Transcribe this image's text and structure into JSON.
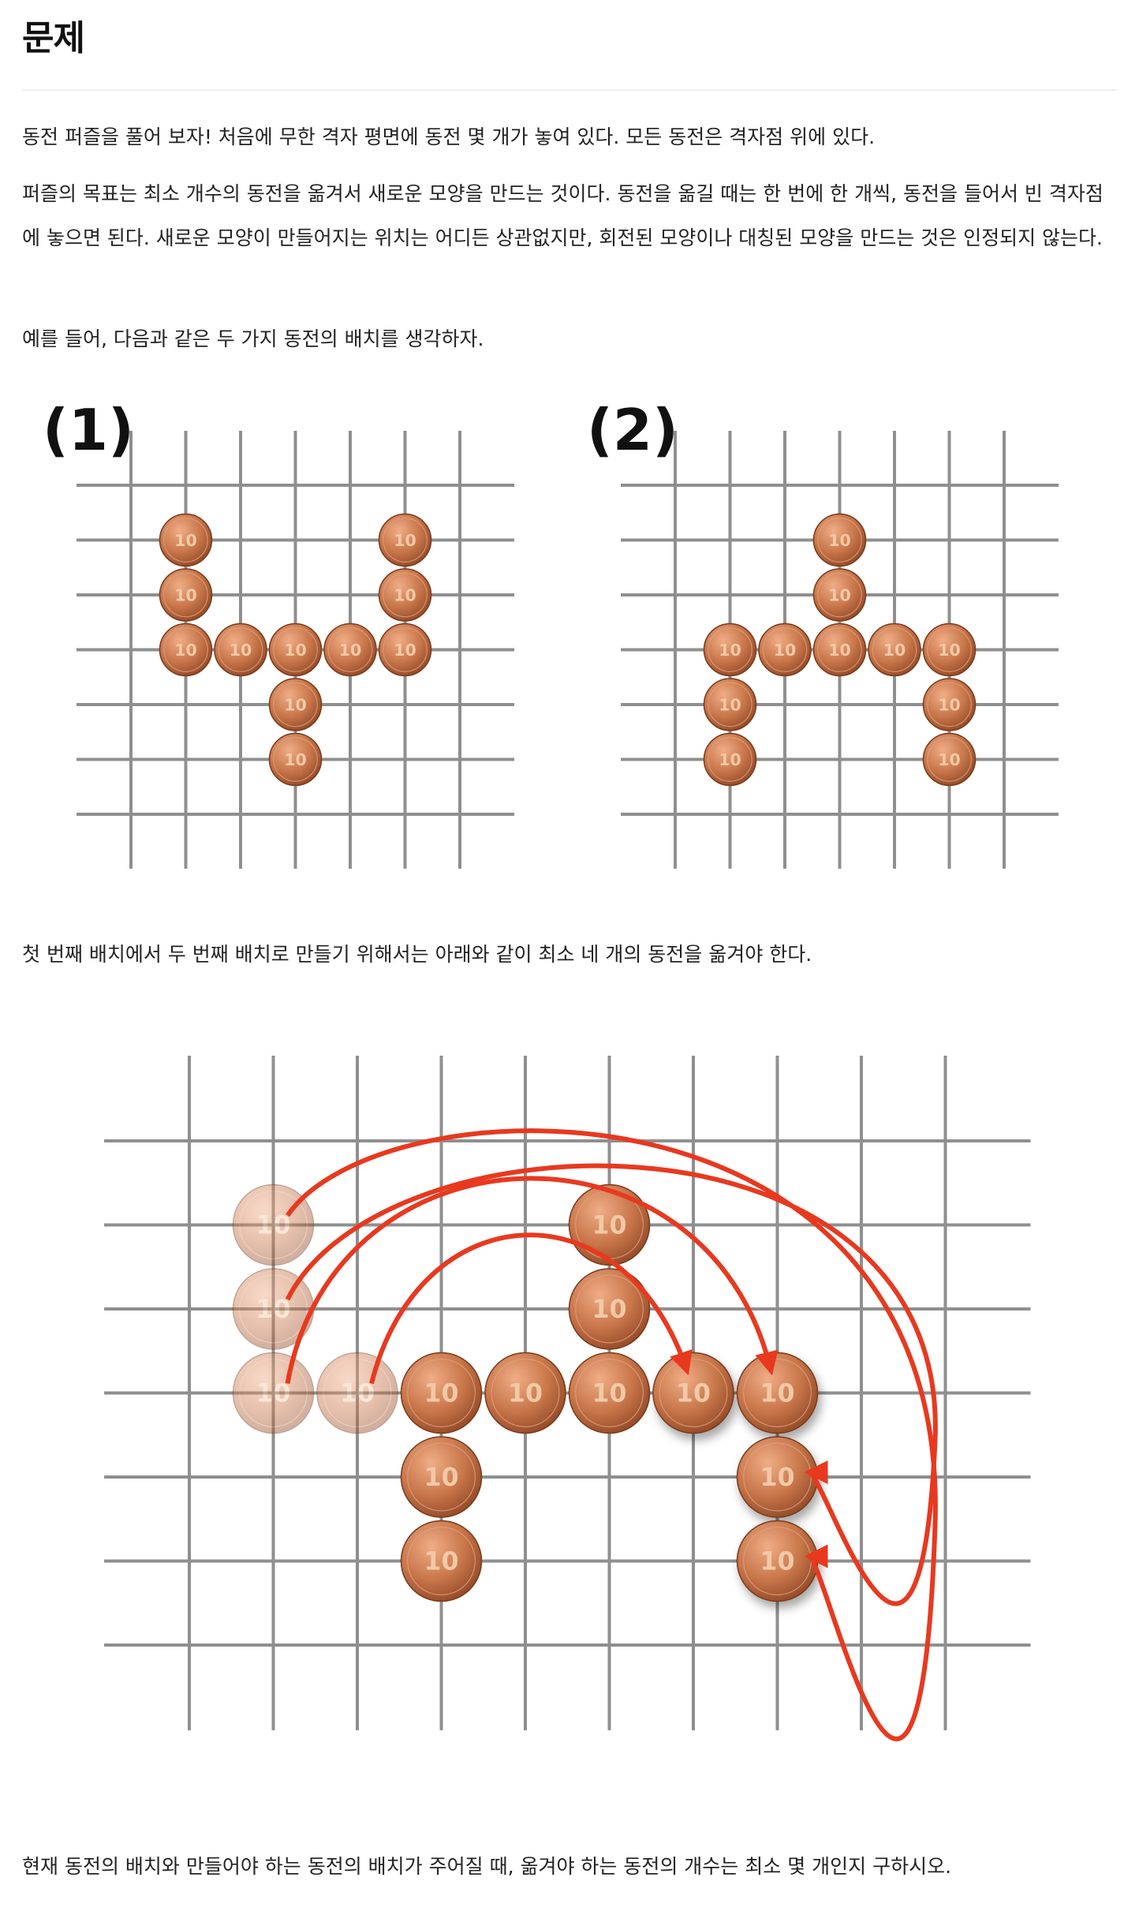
{
  "page": {
    "title": "문제",
    "paragraphs": [
      "동전 퍼즐을 풀어 보자! 처음에 무한 격자 평면에 동전 몇 개가 놓여 있다. 모든 동전은 격자점 위에 있다.",
      "퍼즐의 목표는 최소 개수의 동전을 옮겨서 새로운 모양을 만드는 것이다. 동전을 옮길 때는 한 번에 한 개씩, 동전을 들어서 빈 격자점에 놓으면 된다. 새로운 모양이 만들어지는 위치는 어디든 상관없지만, 회전된 모양이나 대칭된 모양을 만드는 것은 인정되지 않는다.",
      "예를 들어, 다음과 같은 두 가지 동전의 배치를 생각하자.",
      "첫 번째 배치에서 두 번째 배치로 만들기 위해서는 아래와 같이 최소 네 개의 동전을 옮겨야 한다.",
      "현재 동전의 배치와 만들어야 하는 동전의 배치가 주어질 때, 옮겨야 하는 동전의 개수는 최소 몇 개인지 구하시오."
    ]
  },
  "figure1": {
    "label": "(1)",
    "coin_text": "10",
    "coins": [
      [
        1,
        1
      ],
      [
        1,
        2
      ],
      [
        1,
        3
      ],
      [
        2,
        3
      ],
      [
        3,
        3
      ],
      [
        3,
        4
      ],
      [
        3,
        5
      ],
      [
        4,
        3
      ],
      [
        5,
        1
      ],
      [
        5,
        2
      ],
      [
        5,
        3
      ]
    ]
  },
  "figure2": {
    "label": "(2)",
    "coin_text": "10",
    "coins": [
      [
        1,
        3
      ],
      [
        1,
        4
      ],
      [
        1,
        5
      ],
      [
        2,
        3
      ],
      [
        3,
        1
      ],
      [
        3,
        2
      ],
      [
        3,
        3
      ],
      [
        4,
        3
      ],
      [
        5,
        3
      ],
      [
        5,
        4
      ],
      [
        5,
        5
      ]
    ]
  },
  "figure3": {
    "coin_text": "10",
    "faded_coins": [
      [
        1,
        1
      ],
      [
        1,
        2
      ],
      [
        1,
        3
      ],
      [
        2,
        3
      ]
    ],
    "coins": [
      [
        3,
        3
      ],
      [
        3,
        4
      ],
      [
        3,
        5
      ],
      [
        4,
        3
      ],
      [
        5,
        1
      ],
      [
        5,
        2
      ],
      [
        5,
        3
      ]
    ],
    "moved_coins": [
      [
        6,
        3
      ],
      [
        7,
        3
      ],
      [
        7,
        4
      ],
      [
        7,
        5
      ]
    ],
    "arrow_color": "#e8391f"
  },
  "colors": {
    "coin": "#c8764a",
    "coin_dark": "#8e4624",
    "grid": "#8f8f8f"
  }
}
